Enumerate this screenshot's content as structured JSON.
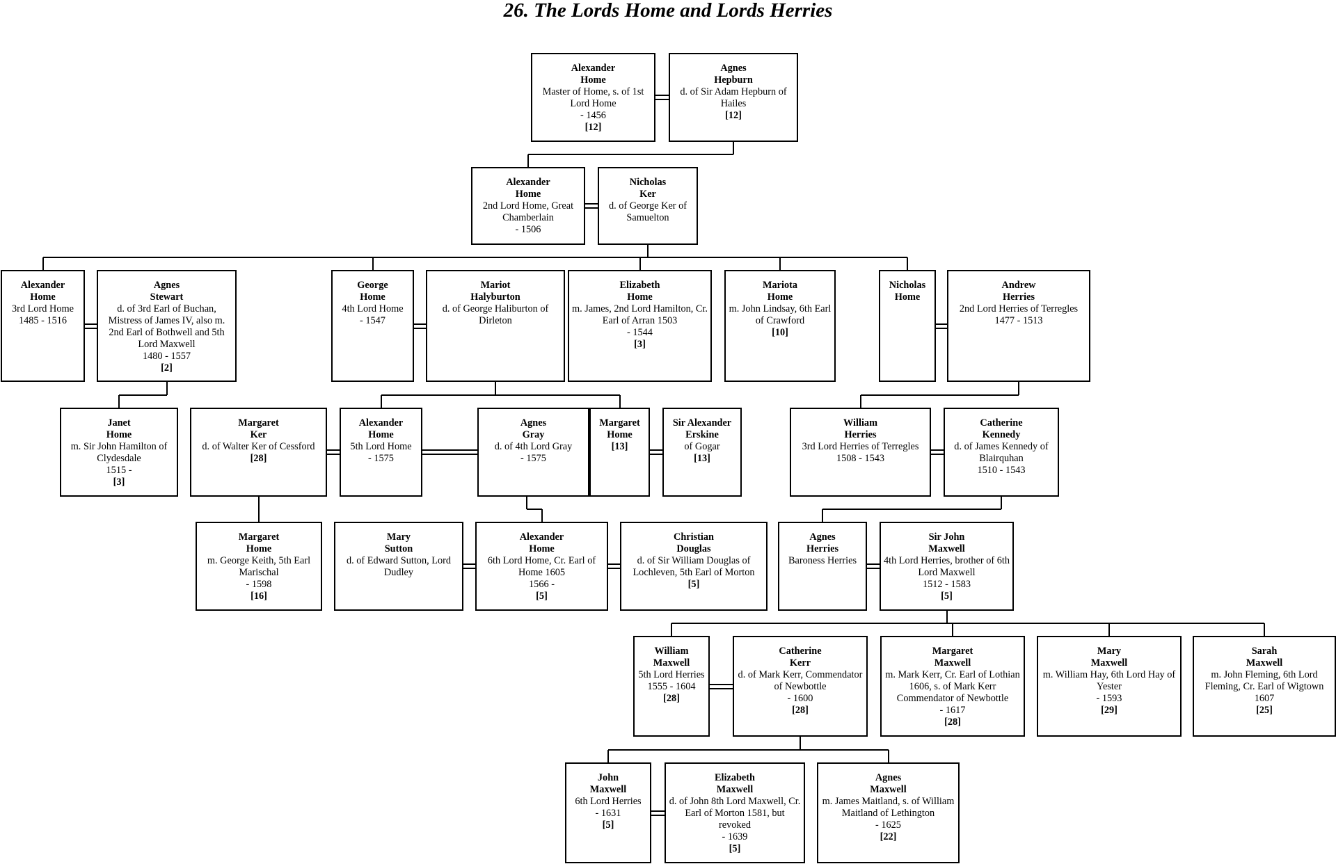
{
  "title": "26.  The Lords Home and Lords Herries",
  "people": [
    {
      "id": "p1",
      "name": [
        "Alexander",
        "Home"
      ],
      "desc": "Master of Home, s. of 1st Lord Home",
      "dates": "- 1456",
      "ref": "[12]"
    },
    {
      "id": "p2",
      "name": [
        "Agnes",
        "Hepburn"
      ],
      "desc": "d. of Sir Adam Hepburn of Hailes",
      "dates": "",
      "ref": "[12]"
    },
    {
      "id": "p3",
      "name": [
        "Alexander",
        "Home"
      ],
      "desc": "2nd Lord Home, Great Chamberlain",
      "dates": "- 1506",
      "ref": ""
    },
    {
      "id": "p4",
      "name": [
        "Nicholas",
        "Ker"
      ],
      "desc": "d. of George Ker of Samuelton",
      "dates": "",
      "ref": ""
    },
    {
      "id": "p5",
      "name": [
        "Alexander",
        "Home"
      ],
      "desc": "3rd Lord Home",
      "dates": "1485 - 1516",
      "ref": ""
    },
    {
      "id": "p6",
      "name": [
        "Agnes",
        "Stewart"
      ],
      "desc": "d. of 3rd Earl of Buchan, Mistress of James IV, also m. 2nd Earl of Bothwell and 5th Lord Maxwell",
      "dates": "1480 - 1557",
      "ref": "[2]"
    },
    {
      "id": "p7",
      "name": [
        "George",
        "Home"
      ],
      "desc": "4th Lord Home",
      "dates": "- 1547",
      "ref": ""
    },
    {
      "id": "p8",
      "name": [
        "Mariot",
        "Halyburton"
      ],
      "desc": "d. of George Haliburton of Dirleton",
      "dates": "",
      "ref": ""
    },
    {
      "id": "p9",
      "name": [
        "Elizabeth",
        "Home"
      ],
      "desc": "m. James, 2nd Lord Hamilton, Cr. Earl of Arran 1503",
      "dates": "- 1544",
      "ref": "[3]"
    },
    {
      "id": "p10",
      "name": [
        "Mariota",
        "Home"
      ],
      "desc": "m. John Lindsay, 6th Earl of Crawford",
      "dates": "",
      "ref": "[10]"
    },
    {
      "id": "p11",
      "name": [
        "Nicholas",
        "Home"
      ],
      "desc": "",
      "dates": "",
      "ref": ""
    },
    {
      "id": "p12",
      "name": [
        "Andrew",
        "Herries"
      ],
      "desc": "2nd Lord Herries of Terregles",
      "dates": "1477 - 1513",
      "ref": ""
    },
    {
      "id": "p13",
      "name": [
        "Janet",
        "Home"
      ],
      "desc": "m. Sir John Hamilton of Clydesdale",
      "dates": "1515 -",
      "ref": "[3]"
    },
    {
      "id": "p14",
      "name": [
        "Margaret",
        "Ker"
      ],
      "desc": "d. of Walter Ker of Cessford",
      "dates": "",
      "ref": "[28]"
    },
    {
      "id": "p15",
      "name": [
        "Alexander",
        "Home"
      ],
      "desc": "5th Lord Home",
      "dates": "- 1575",
      "ref": ""
    },
    {
      "id": "p16",
      "name": [
        "Agnes",
        "Gray"
      ],
      "desc": "d. of 4th Lord Gray",
      "dates": "- 1575",
      "ref": ""
    },
    {
      "id": "p17",
      "name": [
        "Margaret",
        "Home"
      ],
      "desc": "",
      "dates": "",
      "ref": "[13]"
    },
    {
      "id": "p18",
      "name": [
        "Sir Alexander",
        "Erskine"
      ],
      "desc": "of Gogar",
      "dates": "",
      "ref": "[13]"
    },
    {
      "id": "p19",
      "name": [
        "William",
        "Herries"
      ],
      "desc": "3rd Lord Herries of Terregles",
      "dates": "1508 - 1543",
      "ref": ""
    },
    {
      "id": "p20",
      "name": [
        "Catherine",
        "Kennedy"
      ],
      "desc": "d. of James Kennedy of Blairquhan",
      "dates": "1510 - 1543",
      "ref": ""
    },
    {
      "id": "p21",
      "name": [
        "Margaret",
        "Home"
      ],
      "desc": "m. George Keith, 5th Earl Marischal",
      "dates": "- 1598",
      "ref": "[16]"
    },
    {
      "id": "p22",
      "name": [
        "Mary",
        "Sutton"
      ],
      "desc": "d. of Edward Sutton, Lord Dudley",
      "dates": "",
      "ref": ""
    },
    {
      "id": "p23",
      "name": [
        "Alexander",
        "Home"
      ],
      "desc": "6th Lord Home, Cr. Earl of Home 1605",
      "dates": "1566 -",
      "ref": "[5]"
    },
    {
      "id": "p24",
      "name": [
        "Christian",
        "Douglas"
      ],
      "desc": "d. of Sir William Douglas of Lochleven, 5th Earl of Morton",
      "dates": "",
      "ref": "[5]"
    },
    {
      "id": "p25",
      "name": [
        "Agnes",
        "Herries"
      ],
      "desc": "Baroness Herries",
      "dates": "",
      "ref": ""
    },
    {
      "id": "p26",
      "name": [
        "Sir John",
        "Maxwell"
      ],
      "desc": "4th Lord Herries, brother of 6th Lord Maxwell",
      "dates": "1512 - 1583",
      "ref": "[5]"
    },
    {
      "id": "p27",
      "name": [
        "William",
        "Maxwell"
      ],
      "desc": "5th Lord Herries",
      "dates": "1555 - 1604",
      "ref": "[28]"
    },
    {
      "id": "p28",
      "name": [
        "Catherine",
        "Kerr"
      ],
      "desc": "d. of Mark Kerr, Commendator of Newbottle",
      "dates": "- 1600",
      "ref": "[28]"
    },
    {
      "id": "p29",
      "name": [
        "Margaret",
        "Maxwell"
      ],
      "desc": "m. Mark Kerr, Cr. Earl of Lothian 1606, s. of Mark Kerr Commendator of Newbottle",
      "dates": "- 1617",
      "ref": "[28]"
    },
    {
      "id": "p30",
      "name": [
        "Mary",
        "Maxwell"
      ],
      "desc": "m. William Hay, 6th Lord Hay of Yester",
      "dates": "- 1593",
      "ref": "[29]"
    },
    {
      "id": "p31",
      "name": [
        "Sarah",
        "Maxwell"
      ],
      "desc": "m. John Fleming, 6th Lord Fleming, Cr. Earl of Wigtown",
      "dates": "1607",
      "ref": "[25]"
    },
    {
      "id": "p32",
      "name": [
        "John",
        "Maxwell"
      ],
      "desc": "6th Lord Herries",
      "dates": "- 1631",
      "ref": "[5]"
    },
    {
      "id": "p33",
      "name": [
        "Elizabeth",
        "Maxwell"
      ],
      "desc": "d. of John 8th Lord Maxwell, Cr. Earl of Morton 1581, but revoked",
      "dates": "- 1639",
      "ref": "[5]"
    },
    {
      "id": "p34",
      "name": [
        "Agnes",
        "Maxwell"
      ],
      "desc": "m. James Maitland, s. of William Maitland of Lethington",
      "dates": "- 1625",
      "ref": "[22]"
    }
  ],
  "marriages": [
    [
      "p1",
      "p2"
    ],
    [
      "p3",
      "p4"
    ],
    [
      "p5",
      "p6"
    ],
    [
      "p7",
      "p8"
    ],
    [
      "p11",
      "p12"
    ],
    [
      "p14",
      "p15"
    ],
    [
      "p15",
      "p16"
    ],
    [
      "p17",
      "p18"
    ],
    [
      "p19",
      "p20"
    ],
    [
      "p22",
      "p23"
    ],
    [
      "p23",
      "p24"
    ],
    [
      "p25",
      "p26"
    ],
    [
      "p27",
      "p28"
    ],
    [
      "p32",
      "p33"
    ]
  ],
  "descents": [
    {
      "parents": [
        "p1",
        "p2"
      ],
      "children": [
        "p3"
      ]
    },
    {
      "parents": [
        "p3",
        "p4"
      ],
      "children": [
        "p5",
        "p7",
        "p9",
        "p10",
        "p11"
      ]
    },
    {
      "parents": [
        "p5",
        "p6"
      ],
      "children": [
        "p13"
      ]
    },
    {
      "parents": [
        "p7",
        "p8"
      ],
      "children": [
        "p15",
        "p17"
      ]
    },
    {
      "parents": [
        "p12"
      ],
      "children": [
        "p19"
      ]
    },
    {
      "parents": [
        "p14",
        "p15"
      ],
      "children": [
        "p21"
      ]
    },
    {
      "parents": [
        "p15",
        "p16"
      ],
      "children": [
        "p23"
      ]
    },
    {
      "parents": [
        "p19",
        "p20"
      ],
      "children": [
        "p25"
      ]
    },
    {
      "parents": [
        "p25",
        "p26"
      ],
      "children": [
        "p27",
        "p29",
        "p30",
        "p31"
      ]
    },
    {
      "parents": [
        "p27",
        "p28"
      ],
      "children": [
        "p32",
        "p34"
      ]
    }
  ]
}
